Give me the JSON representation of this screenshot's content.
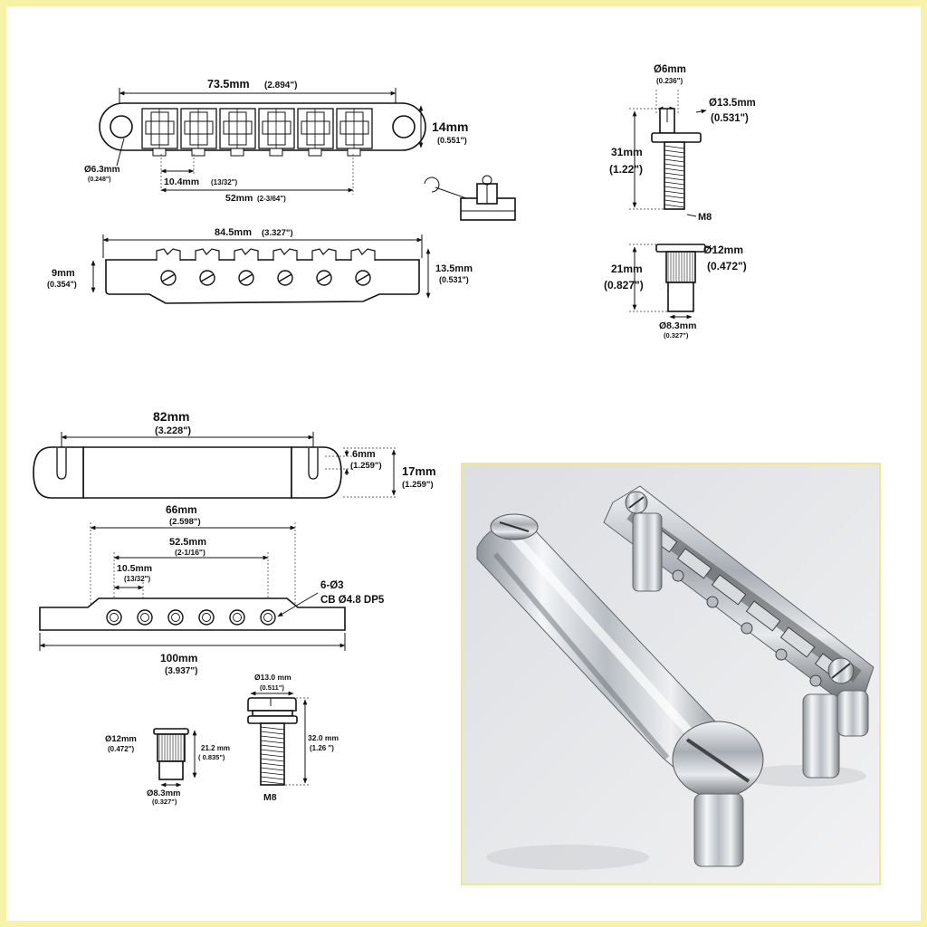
{
  "bridge_top": {
    "length_mm": "73.5mm",
    "length_in": "(2.894\")",
    "height_mm": "14mm",
    "height_in": "(0.551\")",
    "hole_mm": "Ø6.3mm",
    "hole_in": "(0.248\")",
    "spacing_mm": "10.4mm",
    "spacing_frac": "(13/32\")",
    "span_mm": "52mm",
    "span_frac": "(2-3/64\")"
  },
  "bridge_side": {
    "length_mm": "84.5mm",
    "length_in": "(3.327\")",
    "height_mm": "9mm",
    "height_in": "(0.354\")",
    "total_mm": "13.5mm",
    "total_in": "(0.531\")"
  },
  "bridge_stud": {
    "dia_mm": "Ø6mm",
    "dia_in": "(0.236\")",
    "head_mm": "Ø13.5mm",
    "head_in": "(0.531\")",
    "len_mm": "31mm",
    "len_in": "(1.22\")",
    "thread": "M8"
  },
  "bridge_bushing": {
    "dia_mm": "Ø12mm",
    "dia_in": "(0.472\")",
    "len_mm": "21mm",
    "len_in": "(0.827\")",
    "inner_mm": "Ø8.3mm",
    "inner_in": "(0.327\")"
  },
  "tailpiece_top": {
    "length_mm": "82mm",
    "length_in": "(3.228\")",
    "slot_mm": "6mm",
    "slot_in": "(1.259\")",
    "height_mm": "17mm",
    "height_in": "(1.259\")"
  },
  "tailpiece_side": {
    "span_mm": "66mm",
    "span_in": "(2.598\")",
    "holes_mm": "52.5mm",
    "holes_frac": "(2-1/16\")",
    "pitch_mm": "10.5mm",
    "pitch_frac": "(13/32\")",
    "hole_spec_1": "6-Ø3",
    "hole_spec_2": "CB  Ø4.8 DP5",
    "length_mm": "100mm",
    "length_in": "(3.937\")"
  },
  "tail_bushing": {
    "dia_mm": "Ø12mm",
    "dia_in": "(0.472\")",
    "len_mm": "21.2 mm",
    "len_in": "( 0.835\")",
    "inner_mm": "Ø8.3mm",
    "inner_in": "(0.327\")"
  },
  "tail_stud": {
    "dia_mm": "Ø13.0 mm",
    "dia_in": "(0.511\")",
    "len_mm": "32.0 mm",
    "len_in": "(1.26 \")",
    "thread": "M8"
  },
  "colors": {
    "border": "#f7f2a8",
    "photo_bg": "#e6e7e9",
    "chrome": "#c9ccd0"
  }
}
